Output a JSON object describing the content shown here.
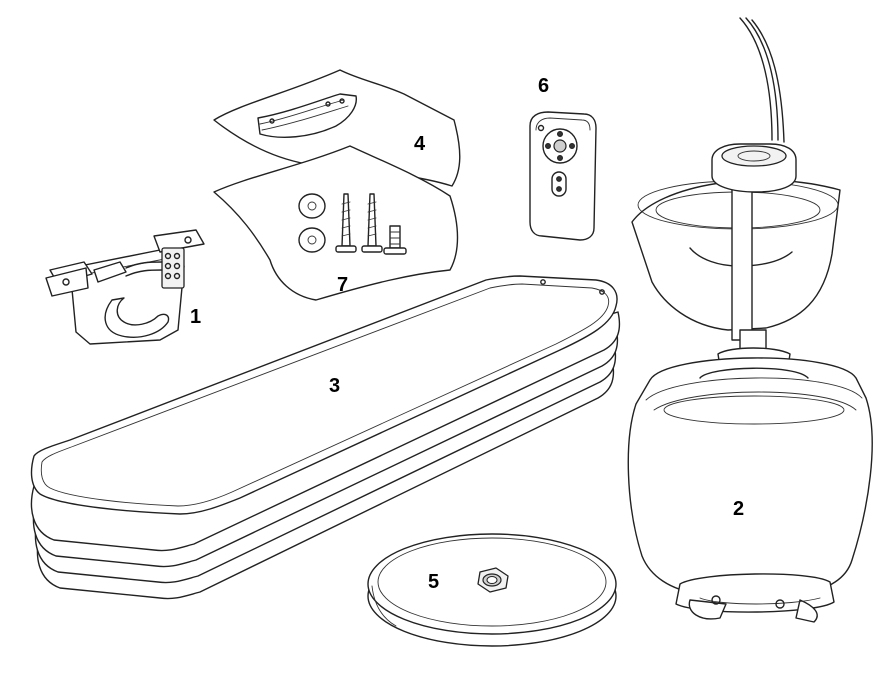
{
  "figure": {
    "callouts": [
      {
        "id": "1",
        "label": "1",
        "part": "mounting-bracket"
      },
      {
        "id": "2",
        "label": "2",
        "part": "motor-assembly"
      },
      {
        "id": "3",
        "label": "3",
        "part": "fan-blades"
      },
      {
        "id": "4",
        "label": "4",
        "part": "blade-brackets-bag"
      },
      {
        "id": "5",
        "label": "5",
        "part": "light-cover-plate"
      },
      {
        "id": "6",
        "label": "6",
        "part": "remote-control"
      },
      {
        "id": "7",
        "label": "7",
        "part": "hardware-bag"
      }
    ]
  }
}
